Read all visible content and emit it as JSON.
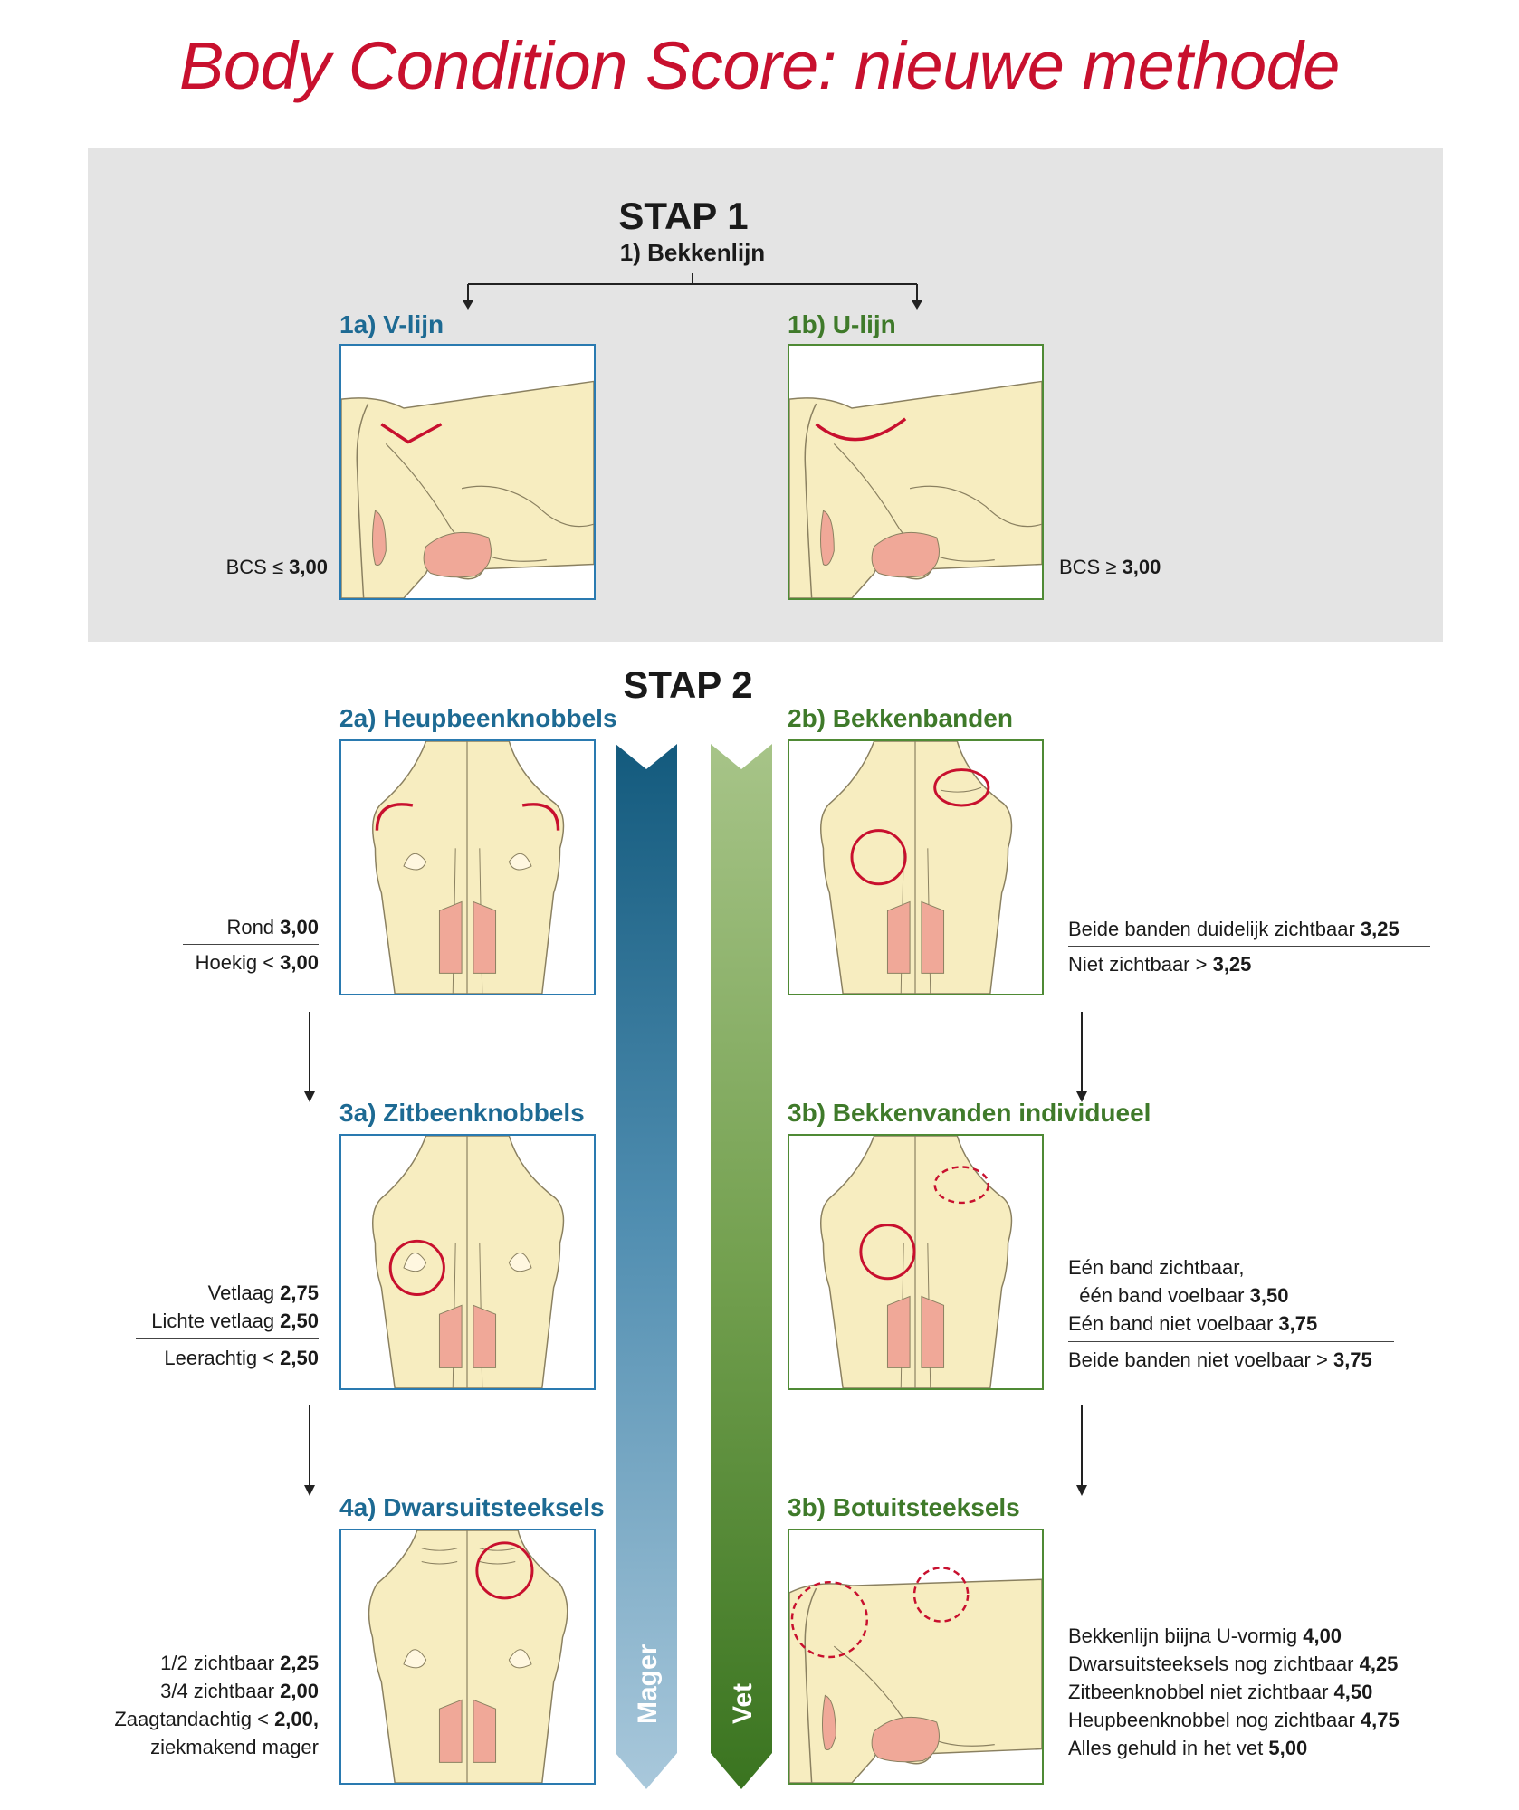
{
  "title": "Body Condition Score: nieuwe methode",
  "stap1": {
    "heading": "STAP 1",
    "subheading": "1) Bekkenlijn",
    "left": {
      "label": "1a) V-lijn",
      "score_prefix": "BCS ≤ ",
      "score_value": "3,00"
    },
    "right": {
      "label": "1b) U-lijn",
      "score_prefix": "BCS ≥ ",
      "score_value": "3,00"
    }
  },
  "stap2": {
    "heading": "STAP 2",
    "bar_left": "Mager",
    "bar_right": "Vet",
    "left_steps": [
      {
        "label": "2a) Heupbeenknobbels",
        "upper": [
          {
            "text": "Rond ",
            "value": "3,00"
          }
        ],
        "lower": [
          {
            "text": "Hoekig < ",
            "value": "3,00"
          }
        ]
      },
      {
        "label": "3a) Zitbeenknobbels",
        "upper": [
          {
            "text": "Vetlaag ",
            "value": "2,75"
          },
          {
            "text": "Lichte vetlaag ",
            "value": "2,50"
          }
        ],
        "lower": [
          {
            "text": "Leerachtig < ",
            "value": "2,50"
          }
        ]
      },
      {
        "label": "4a) Dwarsuitsteeksels",
        "upper": [
          {
            "text": "1/2 zichtbaar ",
            "value": "2,25"
          },
          {
            "text": "3/4 zichtbaar ",
            "value": "2,00"
          },
          {
            "text": "Zaagtandachtig < ",
            "value": "2,00,"
          },
          {
            "text": "ziekmakend mager",
            "value": ""
          }
        ],
        "lower": []
      }
    ],
    "right_steps": [
      {
        "label": "2b) Bekkenbanden",
        "upper": [
          {
            "text": "Beide banden duidelijk zichtbaar ",
            "value": "3,25"
          }
        ],
        "lower": [
          {
            "text": "Niet zichtbaar > ",
            "value": "3,25"
          }
        ]
      },
      {
        "label": "3b) Bekkenvanden individueel",
        "upper": [
          {
            "text": "Eén band zichtbaar,",
            "value": ""
          },
          {
            "text": "  één band voelbaar ",
            "value": "3,50"
          },
          {
            "text": "Eén band niet voelbaar ",
            "value": "3,75"
          }
        ],
        "lower": [
          {
            "text": "Beide banden niet voelbaar > ",
            "value": "3,75"
          }
        ]
      },
      {
        "label": "3b) Botuitsteeksels",
        "upper": [
          {
            "text": "Bekkenlijn biijna U-vormig ",
            "value": "4,00"
          },
          {
            "text": "Dwarsuitsteeksels nog zichtbaar ",
            "value": "4,25"
          },
          {
            "text": "Zitbeenknobbel niet zichtbaar ",
            "value": "4,50"
          },
          {
            "text": "Heupbeenknobbel nog zichtbaar ",
            "value": "4,75"
          },
          {
            "text": "Alles gehuld in het vet ",
            "value": "5,00"
          }
        ],
        "lower": []
      }
    ]
  },
  "colors": {
    "title": "#c8102e",
    "blue": "#1d6a93",
    "green": "#3f7a2a",
    "cow_fill": "#f7edc0",
    "udder": "#f0a898",
    "marker": "#c8102e",
    "panel": "#e4e4e4"
  }
}
